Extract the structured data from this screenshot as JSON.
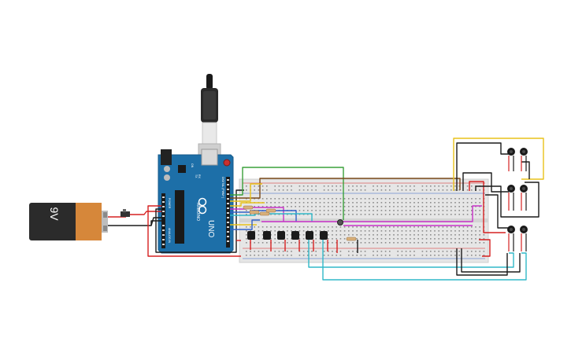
{
  "battery": {
    "label": "9V"
  },
  "arduino": {
    "brand": "ARDUINO",
    "model": "UNO",
    "digital_header": "DIGITAL (PWM~)",
    "power_header": "POWER",
    "analog_header": "ANALOG IN",
    "on_label": "ON",
    "tx_label": "TX",
    "rx_label": "RX"
  },
  "colors": {
    "board": "#1d6fa8",
    "breadboard": "#e6e6e6",
    "battery_body": "#2b2b2b",
    "battery_cap": "#d6873a",
    "wire_red": "#d62020",
    "wire_black": "#1a1a1a",
    "wire_green": "#3aa03a",
    "wire_yellow": "#e8c21a",
    "wire_brown": "#7a4a1a",
    "wire_magenta": "#c832c8",
    "wire_cyan": "#30b8c8",
    "wire_blue": "#3060c8",
    "wire_gray": "#909090"
  }
}
